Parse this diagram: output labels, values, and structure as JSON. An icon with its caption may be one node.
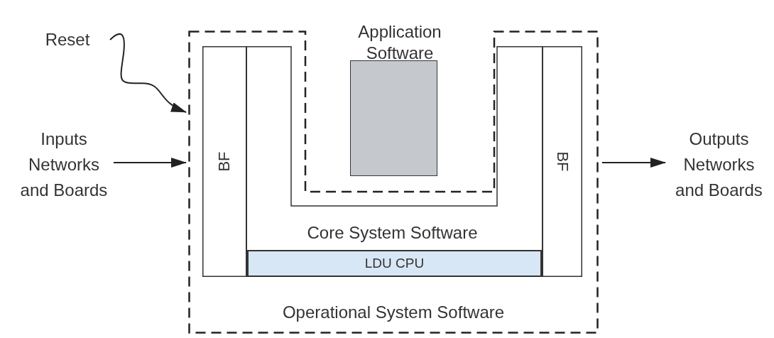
{
  "diagram": {
    "nodes": [
      {
        "text": [
          "Reset"
        ]
      },
      {
        "text": [
          "Application Software"
        ]
      },
      {
        "text": [],
        "shape": "box",
        "in": 1
      },
      {
        "text": [
          "Operational System Software"
        ]
      },
      {
        "text": [
          "Core System Software"
        ],
        "in": 3
      },
      {
        "text": [
          "BF"
        ],
        "in": 4
      },
      {
        "text": [
          "BF"
        ],
        "in": 4
      },
      {
        "text": [
          "LDU CPU"
        ],
        "in": 4
      },
      {
        "text": [
          "Inputs Networks and Boards"
        ]
      },
      {
        "text": [
          "Outputs Networks and Boards"
        ]
      }
    ],
    "edges": [
      {
        "from": 0,
        "to": 3,
        "arrow": "to"
      },
      {
        "from": 8,
        "to": 3,
        "arrow": "to"
      },
      {
        "from": 3,
        "to": 9,
        "arrow": "to"
      }
    ]
  }
}
